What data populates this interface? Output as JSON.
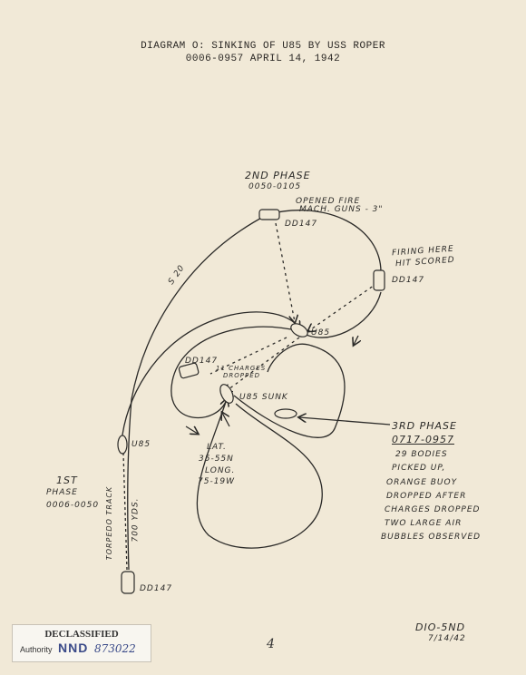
{
  "title": {
    "line1": "DIAGRAM O: SINKING OF U85 BY USS ROPER",
    "line2": "0006-0957  APRIL 14, 1942"
  },
  "labels": {
    "phase2_title": "2ND PHASE",
    "phase2_time": "0050-0105",
    "opened_fire_1": "OPENED FIRE",
    "opened_fire_2": "MACH. GUNS - 3\"",
    "dd147_top": "DD147",
    "firing_here_1": "FIRING HERE",
    "firing_here_2": "HIT SCORED",
    "dd147_right": "DD147",
    "course": "S 20",
    "u85_mid": "U85",
    "dd147_left": "DD147",
    "charges_1": "11 CHARGES",
    "charges_2": "DROPPED",
    "u85_sunk": "U85 SUNK",
    "u85_left": "U85",
    "lat_1": "LAT.",
    "lat_2": "35-55N",
    "long_1": "LONG.",
    "long_2": "75-19W",
    "phase3_title": "3RD PHASE",
    "phase3_time": "0717-0957",
    "phase3_l1": "29 BODIES",
    "phase3_l2": "PICKED UP,",
    "phase3_l3": "ORANGE BUOY",
    "phase3_l4": "DROPPED AFTER",
    "phase3_l5": "CHARGES DROPPED",
    "phase3_l6": "TWO LARGE AIR",
    "phase3_l7": "BUBBLES OBSERVED",
    "phase1_title": "1ST",
    "phase1_l2": "PHASE",
    "phase1_time": "0006-0050",
    "torpedo_track": "TORPEDO TRACK",
    "yds": "700 YDS.",
    "dd147_bottom": "DD147",
    "signature_1": "DIO-5ND",
    "signature_2": "7/14/42"
  },
  "stamp": {
    "header": "DECLASSIFIED",
    "authority": "Authority",
    "code": "NND",
    "number": "873022"
  },
  "page_number": "4"
}
